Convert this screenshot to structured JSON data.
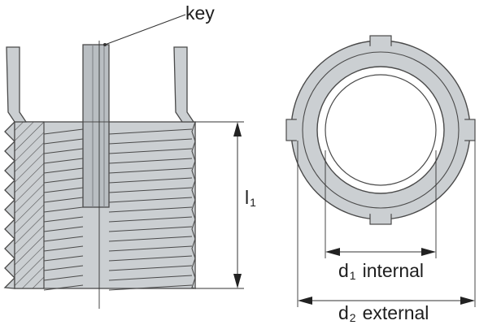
{
  "figure": {
    "key_label": "key",
    "l1": {
      "symbol": "l",
      "sub": "1"
    },
    "d1": {
      "symbol": "d",
      "sub": "1",
      "text": "internal"
    },
    "d2": {
      "symbol": "d",
      "sub": "2",
      "text": "external"
    }
  },
  "colors": {
    "fill_light": "#cbcfd2",
    "fill_mid": "#b9bec2",
    "stroke": "#4a4a4a",
    "text": "#1e1e1e"
  }
}
